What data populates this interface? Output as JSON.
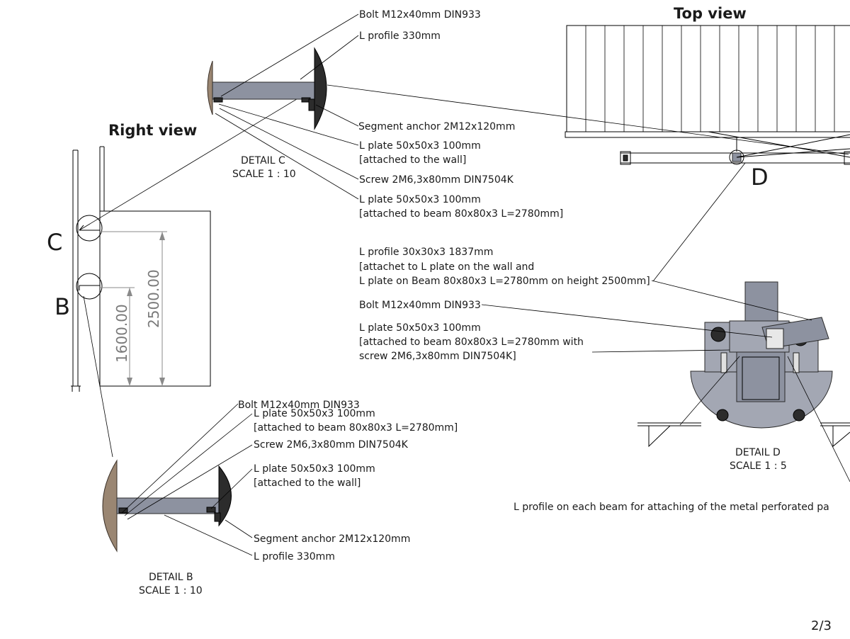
{
  "sheet": {
    "page": "2/3"
  },
  "views": {
    "right_view": "Right view",
    "top_view": "Top view"
  },
  "markers": {
    "c": "C",
    "b": "B",
    "d": "D"
  },
  "dimensions": {
    "height_total": "2500.00",
    "height_lower": "1600.00"
  },
  "detail_c": {
    "caption": "DETAIL C",
    "scale": "SCALE 1 : 10",
    "labels": {
      "bolt": "Bolt M12x40mm DIN933",
      "l_profile": "L profile 330mm",
      "anchor": "Segment anchor 2M12x120mm",
      "wall_plate_1": "L plate 50x50x3 100mm",
      "wall_plate_2": "[attached to the wall]",
      "screw": "Screw 2M6,3x80mm DIN7504K",
      "beam_plate_1": "L plate 50x50x3 100mm",
      "beam_plate_2": "[attached to beam 80x80x3 L=2780mm]"
    }
  },
  "detail_b": {
    "caption": "DETAIL B",
    "scale": "SCALE 1 : 10",
    "labels": {
      "bolt": "Bolt M12x40mm DIN933",
      "beam_plate_1": "L plate 50x50x3 100mm",
      "beam_plate_2": "[attached to beam 80x80x3 L=2780mm]",
      "screw": "Screw 2M6,3x80mm DIN7504K",
      "wall_plate_1": "L plate 50x50x3 100mm",
      "wall_plate_2": "[attached to the wall]",
      "anchor": "Segment anchor 2M12x120mm",
      "l_profile": "L profile 330mm"
    }
  },
  "detail_d": {
    "caption": "DETAIL D",
    "scale": "SCALE 1 : 5",
    "labels": {
      "profile_1": "L profile 30x30x3 1837mm",
      "profile_2": "[attachet to L plate on the wall and",
      "profile_3": "L plate on Beam 80x80x3 L=2780mm on height 2500mm]",
      "bolt": "Bolt M12x40mm DIN933",
      "plate_1": "L plate 50x50x3 100mm",
      "plate_2": "[attached to beam 80x80x3 L=2780mm with",
      "plate_3": "screw 2M6,3x80mm DIN7504K]",
      "perforated": "L profile on each beam for attaching of the metal perforated pa"
    }
  }
}
